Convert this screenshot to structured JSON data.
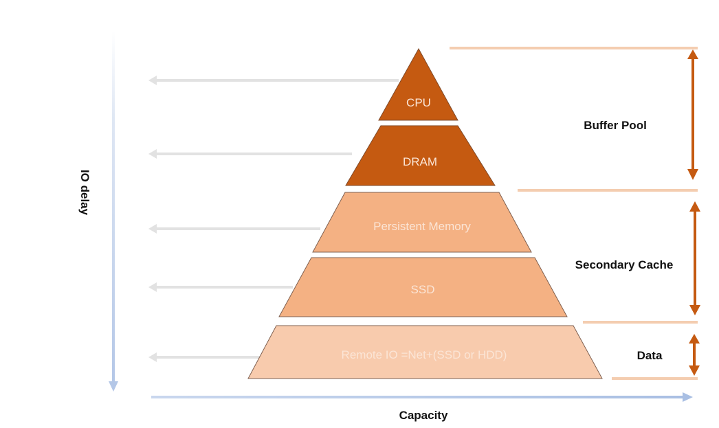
{
  "diagram": {
    "type": "storage-hierarchy-pyramid",
    "axes": {
      "vertical_label": "IO delay",
      "horizontal_label": "Capacity",
      "axis_color": "#b4c7e7"
    },
    "tiers": [
      {
        "label": "CPU",
        "fill": "#c55a11",
        "text_color": "#fbe5d6"
      },
      {
        "label": "DRAM",
        "fill": "#c55a11",
        "text_color": "#fbe5d6"
      },
      {
        "label": "Persistent Memory",
        "fill": "#f4b183",
        "text_color": "#fbe5d6"
      },
      {
        "label": "SSD",
        "fill": "#f4b183",
        "text_color": "#fbe5d6"
      },
      {
        "label": "Remote IO =Net+(SSD or HDD)",
        "fill": "#f8cbad",
        "text_color": "#fbe5d6"
      }
    ],
    "groups": [
      {
        "label": "Buffer Pool",
        "tiers": [
          "CPU",
          "DRAM"
        ]
      },
      {
        "label": "Secondary Cache",
        "tiers": [
          "Persistent Memory",
          "SSD"
        ]
      },
      {
        "label": "Data",
        "tiers": [
          "Remote IO =Net+(SSD or HDD)"
        ]
      }
    ],
    "colors": {
      "bracket_line": "#f4cdb0",
      "bracket_arrow": "#c55a11",
      "delay_arrow": "#e0e0e0",
      "tier_outline": "#7f6050"
    }
  }
}
